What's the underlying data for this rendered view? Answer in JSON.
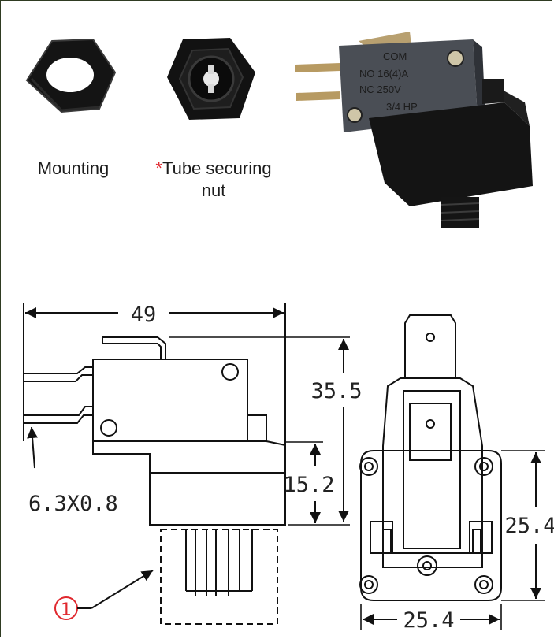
{
  "photos": {
    "mounting_caption": "Mounting",
    "tube_nut_caption_mark": "*",
    "tube_nut_caption_line1": "Tube securing",
    "tube_nut_caption_line2": "nut",
    "switch_label_lines": [
      "COM",
      "NO 16(4)A",
      "NC 250V",
      "3/4 HP"
    ]
  },
  "drawing": {
    "dim_overall_length": "49",
    "dim_overall_height": "35.5",
    "dim_body_height": "15.2",
    "dim_terminal": "6.3X0.8",
    "dim_base_height": "25.4",
    "dim_base_width": "25.4",
    "callout_marker": "1"
  },
  "colors": {
    "frame": "#2f3b22",
    "asterisk": "#e0282e",
    "callout": "#e0282e",
    "part_black": "#151515",
    "line": "#111111"
  }
}
